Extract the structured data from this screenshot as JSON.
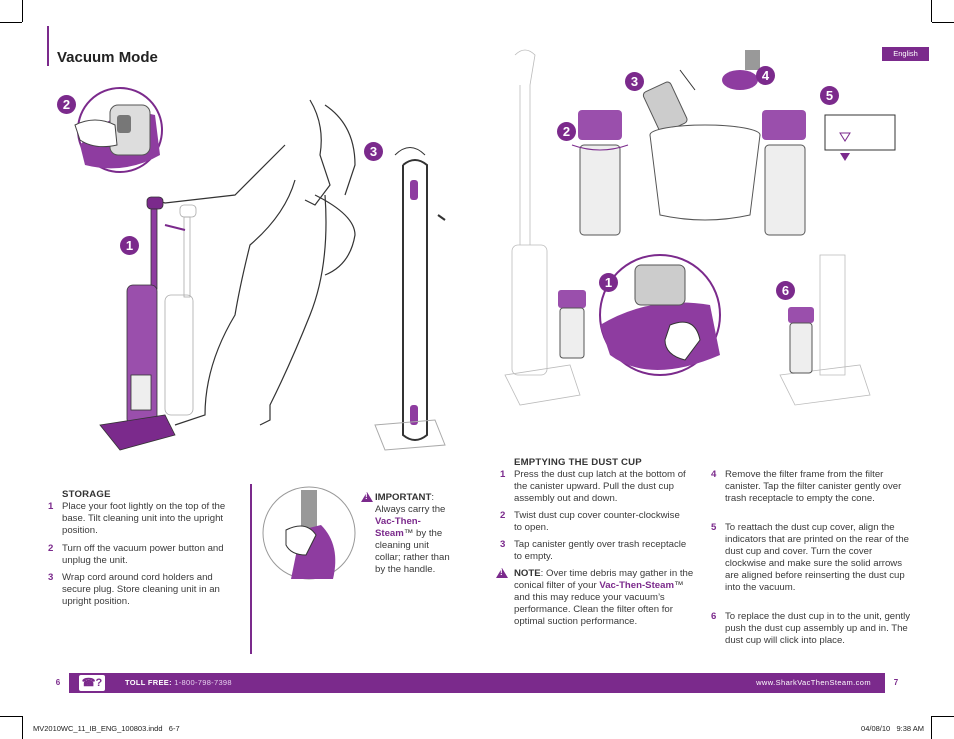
{
  "header": {
    "title": "Vacuum Mode",
    "language_tab": "English"
  },
  "callouts": {
    "left_2": "2",
    "left_1": "1",
    "left_3": "3",
    "right_3": "3",
    "right_4": "4",
    "right_2": "2",
    "right_5": "5",
    "right_1": "1",
    "right_6": "6"
  },
  "storage": {
    "heading": "STORAGE",
    "steps": [
      {
        "num": "1",
        "text": "Place your foot lightly on the top of the base. Tilt cleaning unit into the upright position."
      },
      {
        "num": "2",
        "text": "Turn off the vacuum power button and unplug the unit."
      },
      {
        "num": "3",
        "text": "Wrap cord around cord holders and secure plug. Store cleaning unit in an upright position."
      }
    ]
  },
  "important": {
    "label": "IMPORTANT",
    "pre": ": Always carry the ",
    "brand": "Vac-Then-Steam",
    "post": "™ by the cleaning unit collar; rather than by the handle."
  },
  "emptying": {
    "heading": "EMPTYING THE DUST CUP",
    "steps": [
      {
        "num": "1",
        "text": "Press the dust cup latch at the bottom of the canister upward. Pull the dust cup assembly out and down."
      },
      {
        "num": "2",
        "text": "Twist dust cup cover counter-clockwise to open."
      },
      {
        "num": "3",
        "text": "Tap canister gently over trash receptacle to empty."
      },
      {
        "num": "4",
        "text": "Remove the filter frame from the filter canister.  Tap the filter canister gently over trash receptacle to empty the cone."
      },
      {
        "num": "5",
        "text": "To reattach the dust cup cover, align the indicators that are printed on the rear of the dust cup and cover. Turn the cover clockwise and make sure the solid arrows are aligned before reinserting the dust cup into the vacuum."
      },
      {
        "num": "6",
        "text": "To replace the dust cup in to the unit, gently push the dust cup assembly up and in. The dust cup will click into place."
      }
    ]
  },
  "note": {
    "label": "NOTE",
    "pre": ": Over time debris may gather in the conical filter of your ",
    "brand": "Vac-Then-Steam",
    "post": "™ and this may reduce your vacuum’s performance.  Clean the filter often for optimal suction performance."
  },
  "footer": {
    "page_left": "6",
    "toll_free_label": "TOLL FREE:",
    "toll_free_number": "1-800-798-7398",
    "website": "www.SharkVacThenSteam.com",
    "page_right": "7",
    "file_name": "MV2010WC_11_IB_ENG_100803.indd   6-7",
    "timestamp": "04/08/10   9:38 AM"
  },
  "colors": {
    "accent": "#7b2a8c",
    "text": "#3a3a3a"
  }
}
